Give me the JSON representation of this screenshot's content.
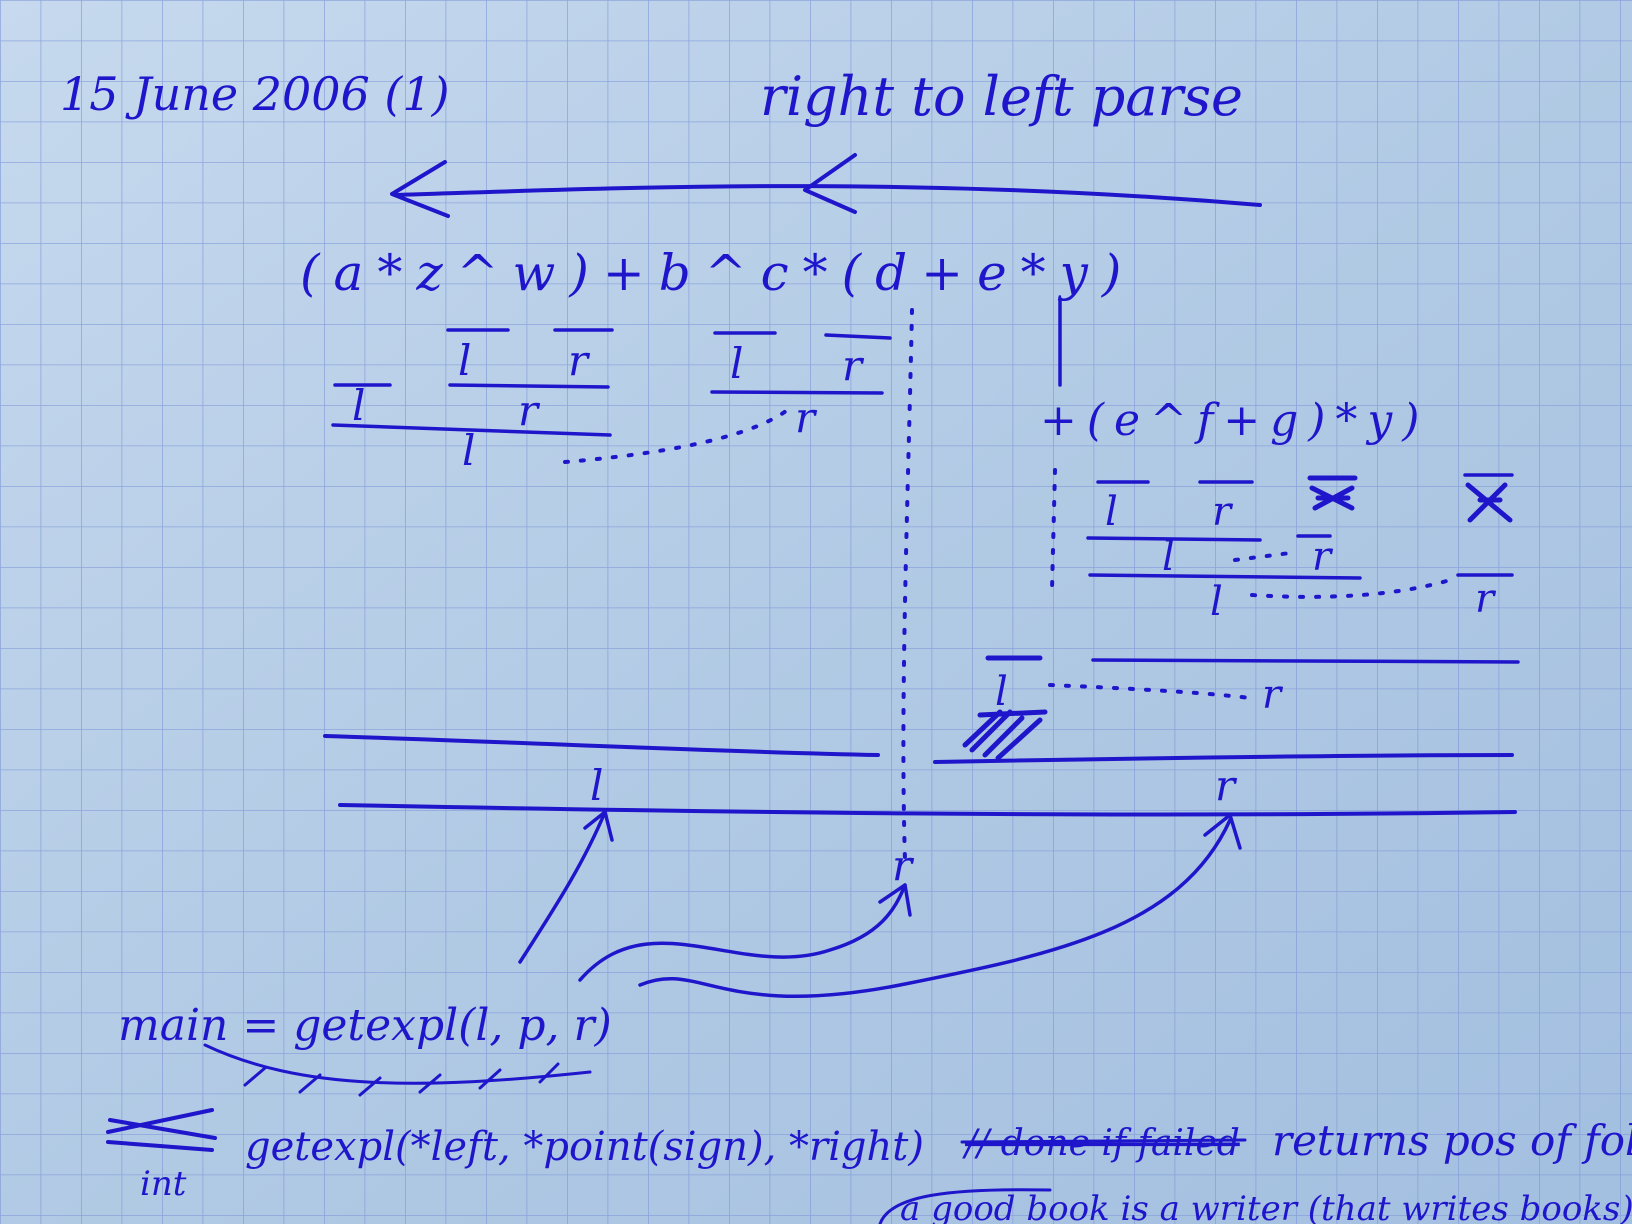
{
  "page": {
    "date": "15 June 2006 (1)",
    "title": "right to left parse",
    "expression": "(a*z^w)+b^c*(d+e*y)",
    "subexpression": "+(e^f+g)*y)",
    "main_call": "main = getexpl(l, p, r)",
    "signature_type": "int",
    "signature": "getexpl(*left, *point(sign), *right)",
    "struck_comment": "// done if failed",
    "comment": "returns pos of follo",
    "note": "a good book is a writer (that writes books)"
  },
  "marks": {
    "l": "l",
    "r": "r"
  },
  "colors": {
    "ink": "#1f16cc",
    "paper": "#b4cde6",
    "grid": "#7f96d8"
  }
}
